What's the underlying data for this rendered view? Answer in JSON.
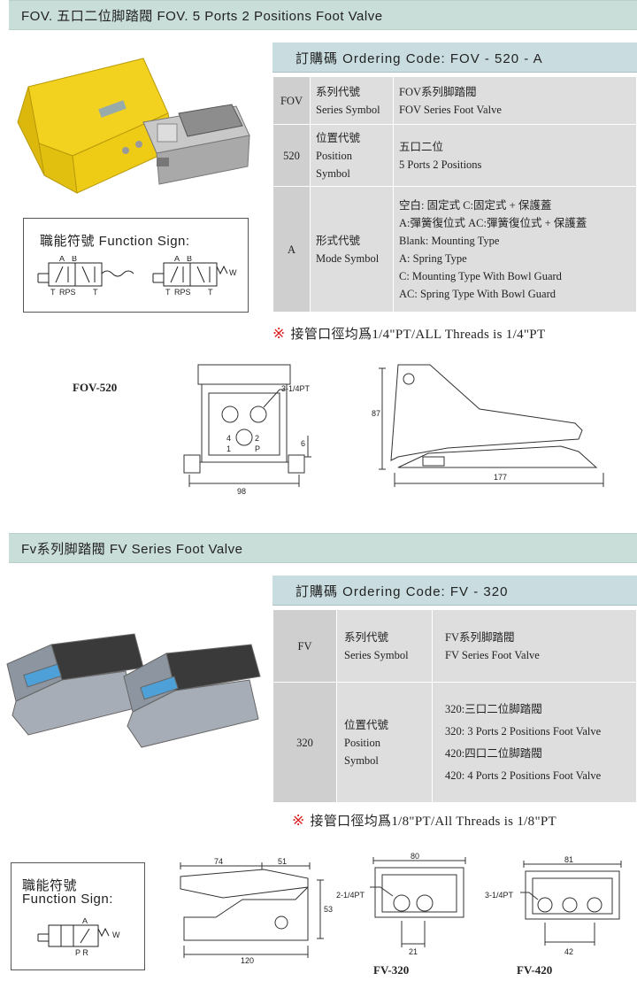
{
  "fov": {
    "section_title": "FOV. 五口二位脚踏閥   FOV. 5 Ports 2 Positions Foot Valve",
    "ordering_code": "訂購碼 Ordering Code: FOV - 520 - A",
    "rows": [
      {
        "code": "FOV",
        "name_cn": "系列代號",
        "name_en": "Series Symbol",
        "desc": [
          "FOV系列脚踏閥",
          "FOV Series  Foot  Valve"
        ]
      },
      {
        "code": "520",
        "name_cn": "位置代號",
        "name_en1": "Position",
        "name_en2": "Symbol",
        "desc": [
          "五口二位",
          "5 Ports  2  Positions"
        ]
      },
      {
        "code": "A",
        "name_cn": "形式代號",
        "name_en": "Mode Symbol",
        "desc": [
          "空白:  固定式     C:固定式 + 保護蓋",
          "A:彈簧復位式   AC:彈簧復位式 + 保護蓋",
          "Blank: Mounting  Type",
          "A: Spring  Type",
          "C: Mounting  Type  With  Bowl  Guard",
          "AC: Spring  Type  With  Bowl  Guard"
        ]
      }
    ],
    "note": "接管口徑均爲1/4\"PT/ALL Threads is 1/4\"PT",
    "note_mark": "※",
    "function_sign": "職能符號   Function  Sign:",
    "symbol_ports": {
      "a": "A",
      "b": "B",
      "rps": "RPS",
      "t": "T",
      "w": "W"
    },
    "drawing": {
      "model": "FOV-520",
      "port_label": "3-1/4PT",
      "port_nums": [
        "4",
        "2",
        "1",
        "P"
      ],
      "dim_width": "98",
      "dim_height": "6",
      "dim_side_h": "87",
      "dim_length": "177"
    }
  },
  "fv": {
    "section_title": "Fv系列脚踏閥   FV  Series  Foot  Valve",
    "ordering_code": "訂購碼 Ordering Code: FV - 320",
    "rows": [
      {
        "code": "FV",
        "name_cn": "系列代號",
        "name_en": "Series Symbol",
        "desc": [
          "FV系列脚踏閥",
          "FV  Series  Foot  Valve"
        ]
      },
      {
        "code": "320",
        "name_cn": "位置代號",
        "name_en1": "Position",
        "name_en2": "Symbol",
        "desc": [
          "320:三口二位脚踏閥",
          "320: 3  Ports  2  Positions  Foot  Valve",
          "420:四口二位脚踏閥",
          "420: 4  Ports  2  Positions  Foot  Valve"
        ]
      }
    ],
    "note": "接管口徑均爲1/8\"PT/All Threads is 1/8\"PT",
    "note_mark": "※",
    "function_sign_1": "職能符號",
    "function_sign_2": "Function  Sign:",
    "symbol_ports": {
      "a": "A",
      "pr": "P R",
      "w": "W"
    },
    "drawings": {
      "side": {
        "d74": "74",
        "d51": "51",
        "d53": "53",
        "d120": "120"
      },
      "fv320": {
        "label": "FV-320",
        "port": "2-1/4PT",
        "d80": "80",
        "d21": "21"
      },
      "fv420": {
        "label": "FV-420",
        "port": "3-1/4PT",
        "d81": "81",
        "d42": "42"
      }
    }
  }
}
